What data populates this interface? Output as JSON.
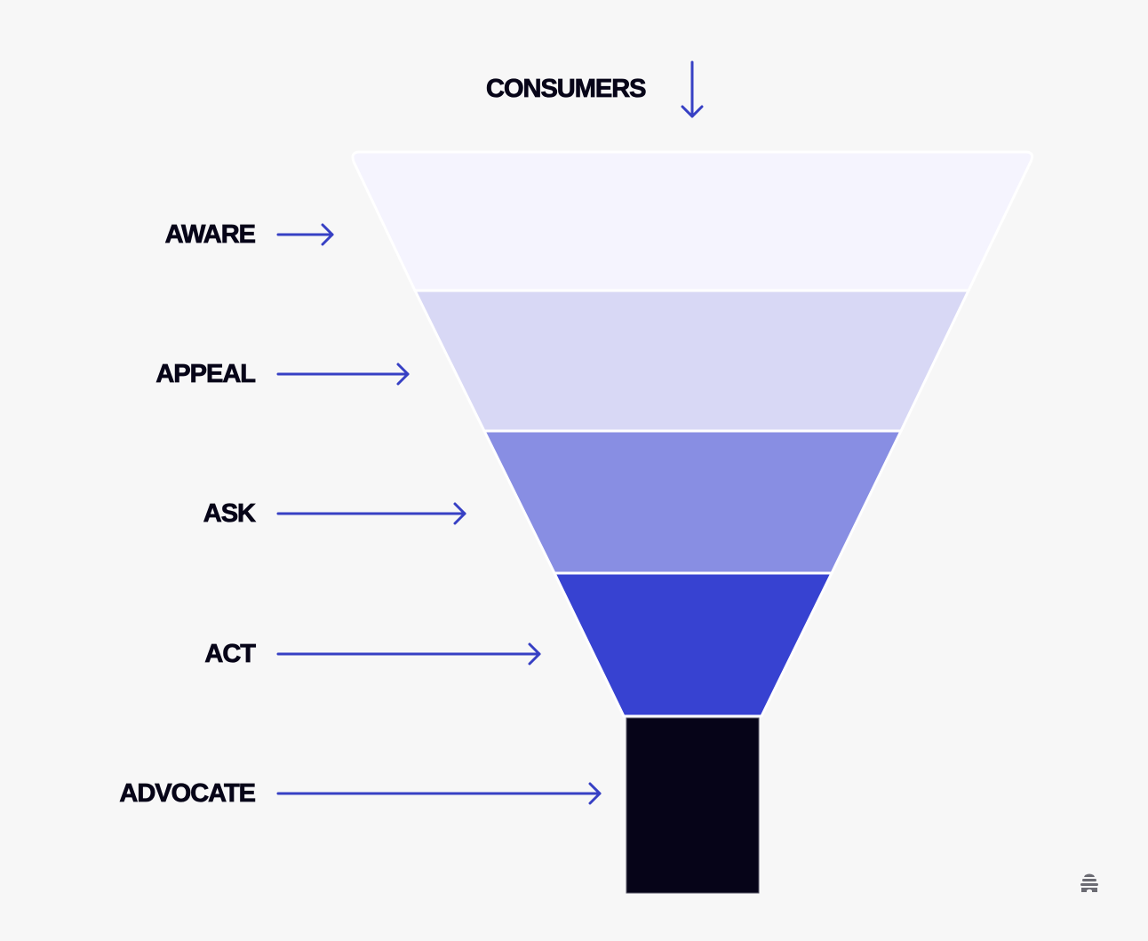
{
  "title": "CONSUMERS",
  "stages": [
    {
      "label": "AWARE",
      "color": "#f5f4fe"
    },
    {
      "label": "APPEAL",
      "color": "#d8d8f5"
    },
    {
      "label": "ASK",
      "color": "#888ee3"
    },
    {
      "label": "ACT",
      "color": "#3742d1"
    },
    {
      "label": "ADVOCATE",
      "color": "#060418"
    }
  ],
  "colors": {
    "arrow": "#3740c4",
    "text": "#070518",
    "background": "#f7f7f7",
    "logo": "#6b6b73"
  },
  "icons": {
    "title_arrow": "arrow-down-icon",
    "stage_arrow": "arrow-right-icon",
    "logo": "beehive-logo-icon"
  }
}
